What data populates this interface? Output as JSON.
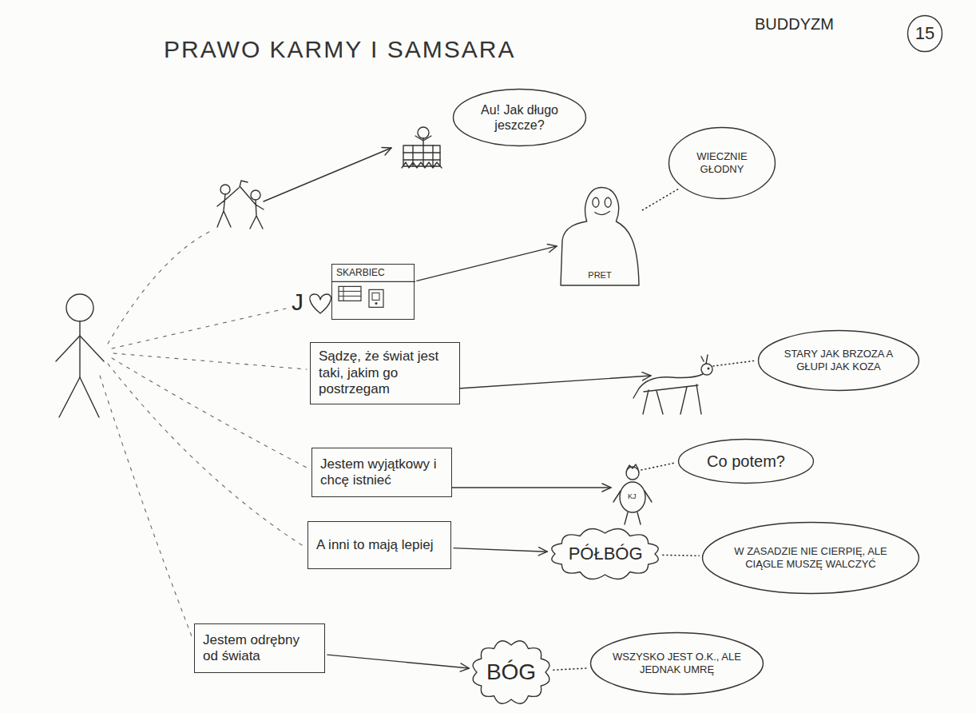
{
  "diagram": {
    "title": "PRAWO KARMY I SAMSARA",
    "nodes": [
      {
        "text": [
          "15"
        ]
      },
      {
        "text": [
          "Au! Jak długo jeszcze?"
        ]
      },
      {
        "text": [
          "WIECZNIE GŁODNY"
        ]
      },
      {
        "text": [
          "PRET"
        ]
      },
      {
        "text": [
          "SKARBIEC"
        ]
      },
      {
        "text": [
          "Sądzę, że świat jest taki, jakim go postrzegam"
        ]
      },
      {
        "text": [
          "STARY JAK BRZOZA A GŁUPI JAK KOZA"
        ]
      },
      {
        "text": [
          "Jestem wyjątkowy i chcę istnieć"
        ]
      },
      {
        "text": [
          "Co potem?"
        ]
      },
      {
        "text": [
          "A inni to mają lepiej"
        ]
      },
      {
        "text": [
          "PÓŁBÓG"
        ]
      },
      {
        "text": [
          "W ZASADZIE NIE CIERPIĘ, ALE CIĄGLE MUSZĘ WALCZYĆ"
        ]
      },
      {
        "text": [
          "Jestem odrębny od świata"
        ]
      },
      {
        "text": [
          "BÓG"
        ]
      },
      {
        "text": [
          "WSZYSKO JEST O.K., ALE JEDNAK UMRĘ"
        ]
      }
    ],
    "edges": [
      {
        "from": 4,
        "to": 3,
        "arrow": "to"
      },
      {
        "from": 3,
        "to": 2,
        "arrow": "none"
      },
      {
        "from": 9,
        "to": 10,
        "arrow": "to"
      },
      {
        "from": 10,
        "to": 11,
        "arrow": "none"
      },
      {
        "from": 12,
        "to": 13,
        "arrow": "to"
      },
      {
        "from": 13,
        "to": 14,
        "arrow": "none"
      }
    ],
    "labels": [
      "BUDDYZM",
      "J",
      "KJ"
    ]
  }
}
